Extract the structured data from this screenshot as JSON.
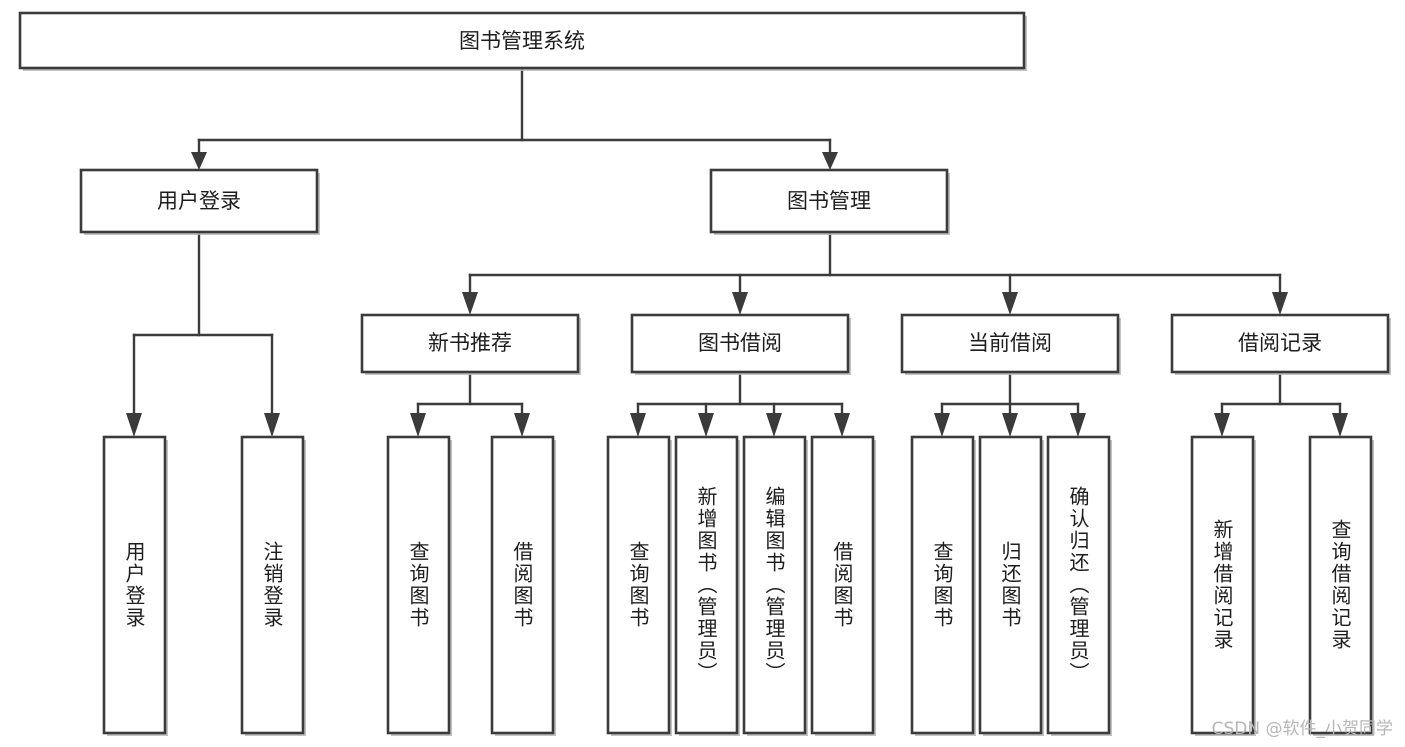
{
  "diagram": {
    "title": "图书管理系统",
    "type": "hierarchy-tree",
    "watermark": "CSDN @软件_小贺同学",
    "colors": {
      "box_stroke": "#3b3b3b",
      "box_fill": "#ffffff",
      "connector": "#3b3b3b",
      "text": "#1d1d1d",
      "watermark": "#b6b6b6",
      "background": "#ffffff"
    },
    "root": {
      "label": "图书管理系统",
      "orientation": "horizontal"
    },
    "level2": [
      {
        "label": "用户登录",
        "orientation": "horizontal"
      },
      {
        "label": "图书管理",
        "orientation": "horizontal"
      }
    ],
    "level3": [
      {
        "label": "新书推荐",
        "orientation": "horizontal"
      },
      {
        "label": "图书借阅",
        "orientation": "horizontal"
      },
      {
        "label": "当前借阅",
        "orientation": "horizontal"
      },
      {
        "label": "借阅记录",
        "orientation": "horizontal"
      }
    ],
    "leaves": {
      "user_login": [
        {
          "label": "用户登录",
          "orientation": "vertical"
        },
        {
          "label": "注销登录",
          "orientation": "vertical"
        }
      ],
      "new_book_recommend": [
        {
          "label": "查询图书",
          "orientation": "vertical"
        },
        {
          "label": "借阅图书",
          "orientation": "vertical"
        }
      ],
      "book_borrow": [
        {
          "label": "查询图书",
          "orientation": "vertical"
        },
        {
          "label": "新增图书（管理员）",
          "orientation": "vertical"
        },
        {
          "label": "编辑图书（管理员）",
          "orientation": "vertical"
        },
        {
          "label": "借阅图书",
          "orientation": "vertical"
        }
      ],
      "current_borrow": [
        {
          "label": "查询图书",
          "orientation": "vertical"
        },
        {
          "label": "归还图书",
          "orientation": "vertical"
        },
        {
          "label": "确认归还（管理员）",
          "orientation": "vertical"
        }
      ],
      "borrow_record": [
        {
          "label": "新增借阅记录",
          "orientation": "vertical"
        },
        {
          "label": "查询借阅记录",
          "orientation": "vertical"
        }
      ]
    }
  }
}
